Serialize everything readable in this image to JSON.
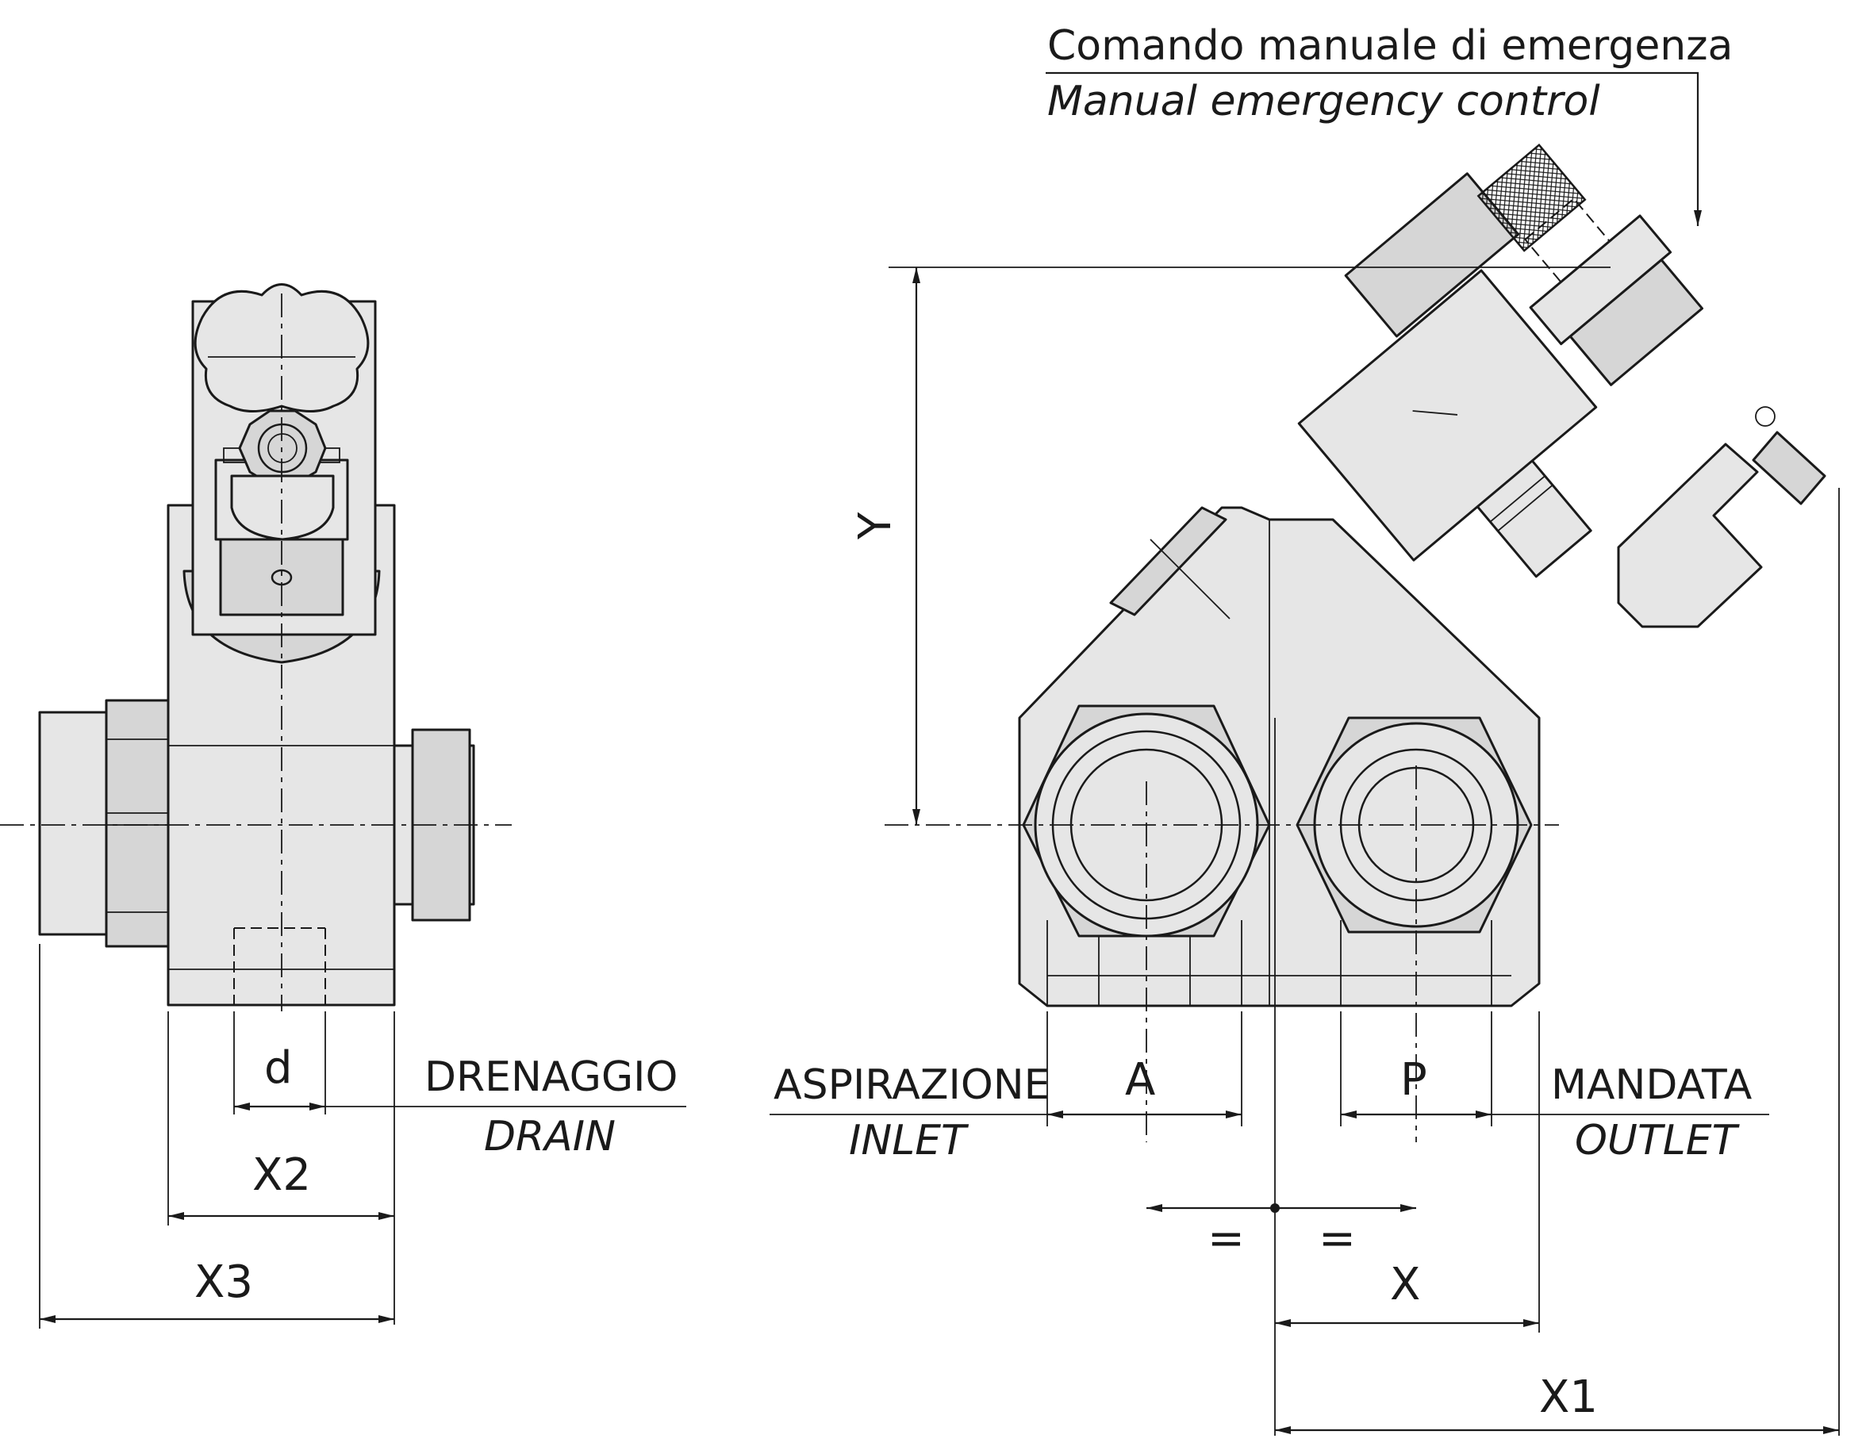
{
  "callout": {
    "it": "Comando manuale di emergenza",
    "en": "Manual emergency control"
  },
  "ports": {
    "drain": {
      "it": "DRENAGGIO",
      "en": "DRAIN"
    },
    "inlet": {
      "it": "ASPIRAZIONE",
      "en": "INLET"
    },
    "outlet": {
      "it": "MANDATA",
      "en": "OUTLET"
    }
  },
  "dimensions": {
    "d": "d",
    "x2": "X2",
    "x3": "X3",
    "a": "A",
    "p": "P",
    "eq1": "=",
    "eq2": "=",
    "x": "X",
    "x1": "X1",
    "y": "Y"
  }
}
